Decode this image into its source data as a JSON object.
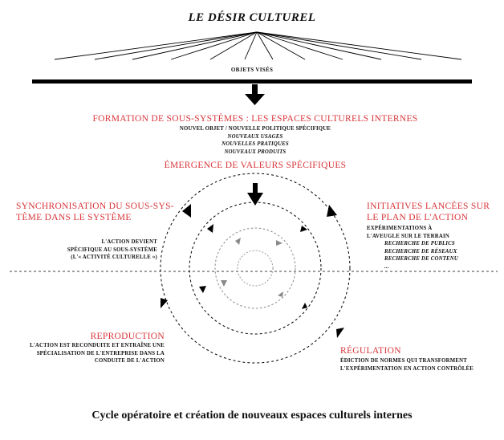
{
  "title": "LE DÉSIR CULTUREL",
  "objets_label": "OBJETS VISÉS",
  "formation": {
    "heading": "FORMATION DE SOUS-SYSTÈMES : LES ESPACES CULTURELS INTERNES",
    "lines": [
      "NOUVEL OBJET / NOUVELLE POLITIQUE SPÉCIFIQUE",
      "NOUVEAUX USAGES",
      "NOUVELLES PRATIQUES",
      "NOUVEAUX PRODUITS"
    ]
  },
  "emergence": {
    "heading": "ÉMERGENCE DE VALEURS SPÉCIFIQUES"
  },
  "synchronisation": {
    "heading_line1": "SYNCHRONISATION DU SOUS-SYS-",
    "heading_line2": "TÈME DANS LE SYSTÈME",
    "lines": [
      "L'ACTION DEVIENT",
      "SPÉCIFIQUE AU SOUS-SYSTÈME",
      "(L'« ACTIVITÉ CULTURELLE »)"
    ]
  },
  "initiatives": {
    "heading_line1": "INITIATIVES LANCÉES SUR",
    "heading_line2": "LE PLAN DE L'ACTION",
    "lines": [
      "EXPÉRIMENTATIONS À",
      "L'AVEUGLE SUR LE TERRAIN"
    ],
    "italic_lines": [
      "RECHERCHE DE PUBLICS",
      "RECHERCHE DE RÉSEAUX",
      "RECHERCHE DE CONTENU",
      "..."
    ]
  },
  "reproduction": {
    "heading": "REPRODUCTION",
    "lines": [
      "L'ACTION EST RECONDUITE ET ENTRAÎNE UNE",
      "SPÉCIALISATION DE L'ENTREPRISE DANS LA",
      "CONDUITE DE L'ACTION"
    ]
  },
  "regulation": {
    "heading": "RÉGULATION",
    "lines": [
      "ÉDICTION DE NORMES QUI TRANSFORMENT",
      "L'EXPÉRIMENTATION EN ACTION CONTRÔLÉE"
    ]
  },
  "caption": "Cycle opératoire et création de nouveaux espaces culturels internes",
  "colors": {
    "accent_red": "#d8353a",
    "ink": "#000000",
    "grey_circle": "#9a9a9a"
  }
}
